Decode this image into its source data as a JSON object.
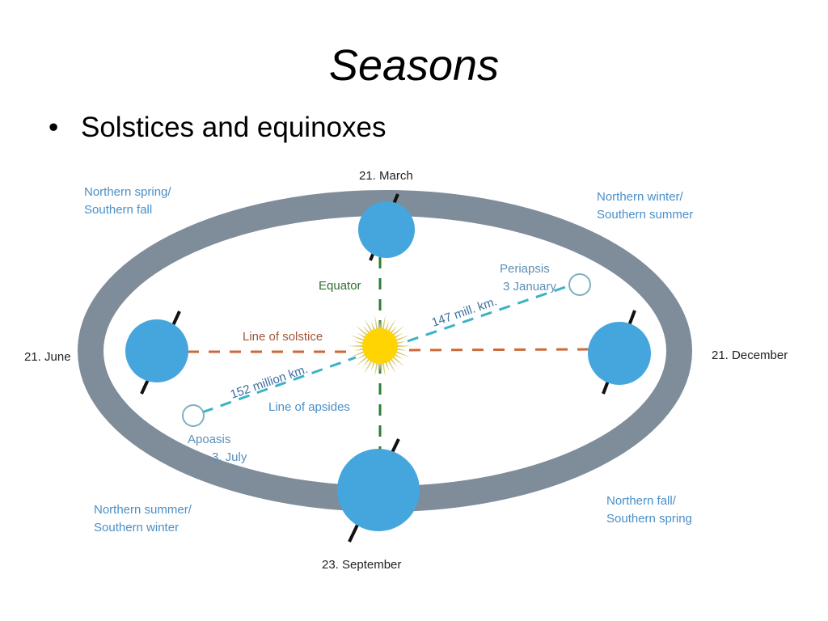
{
  "title": "Seasons",
  "bullet": "Solstices and equinoxes",
  "diagram": {
    "dates": {
      "march": "21. March",
      "june": "21. June",
      "september": "23. September",
      "december": "21. December"
    },
    "seasons": {
      "top_left_1": "Northern spring/",
      "top_left_2": "Southern fall",
      "top_right_1": "Northern winter/",
      "top_right_2": "Southern  summer",
      "bottom_left_1": "Northern summer/",
      "bottom_left_2": "Southern winter",
      "bottom_right_1": "Northern fall/",
      "bottom_right_2": "Southern spring"
    },
    "lines": {
      "equator": "Equator",
      "solstice": "Line of solstice",
      "apsides": "Line of apsides"
    },
    "distances": {
      "near": "147 mill. km.",
      "far": "152 million km."
    },
    "apsis_points": {
      "periapsis_1": "Periapsis",
      "periapsis_2": "3 January",
      "apoasis_1": "Apoasis",
      "apoasis_2": "3. July"
    },
    "colors": {
      "orbit": "#7f8c99",
      "earth": "#45a6de",
      "sun": "#ffd400",
      "sun_rays": "#d9cc7a",
      "solstice_line": "#cc6a3a",
      "equator_line": "#2e7d32",
      "apsides_line": "#3ab3c4",
      "label_blue": "#4a8fc7"
    }
  }
}
